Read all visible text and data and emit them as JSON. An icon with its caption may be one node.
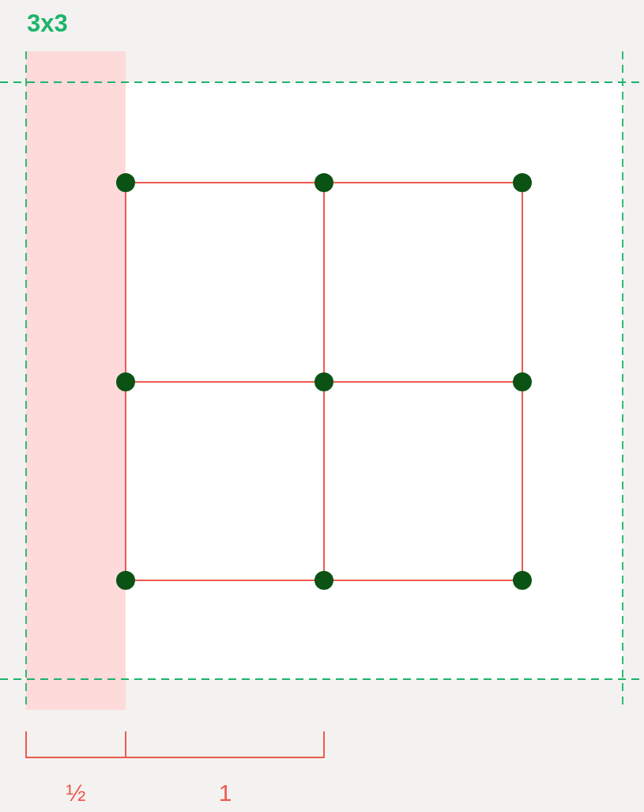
{
  "diagram": {
    "title": "3x3",
    "nodes": [
      {
        "text": [],
        "shape": "circle"
      },
      {
        "text": [],
        "shape": "circle"
      },
      {
        "text": [],
        "shape": "circle"
      },
      {
        "text": [],
        "shape": "circle"
      },
      {
        "text": [],
        "shape": "circle"
      },
      {
        "text": [],
        "shape": "circle"
      },
      {
        "text": [],
        "shape": "circle"
      },
      {
        "text": [],
        "shape": "circle"
      },
      {
        "text": [],
        "shape": "circle"
      }
    ],
    "edges": [
      {
        "from": 0,
        "to": 1,
        "arrow": "none"
      },
      {
        "from": 1,
        "to": 2,
        "arrow": "none"
      },
      {
        "from": 3,
        "to": 4,
        "arrow": "none"
      },
      {
        "from": 4,
        "to": 5,
        "arrow": "none"
      },
      {
        "from": 6,
        "to": 7,
        "arrow": "none"
      },
      {
        "from": 7,
        "to": 8,
        "arrow": "none"
      },
      {
        "from": 0,
        "to": 3,
        "arrow": "none"
      },
      {
        "from": 3,
        "to": 6,
        "arrow": "none"
      },
      {
        "from": 1,
        "to": 4,
        "arrow": "none"
      },
      {
        "from": 4,
        "to": 7,
        "arrow": "none"
      },
      {
        "from": 2,
        "to": 5,
        "arrow": "none"
      },
      {
        "from": 5,
        "to": 8,
        "arrow": "none"
      }
    ],
    "labels": [
      "½",
      "1"
    ]
  }
}
